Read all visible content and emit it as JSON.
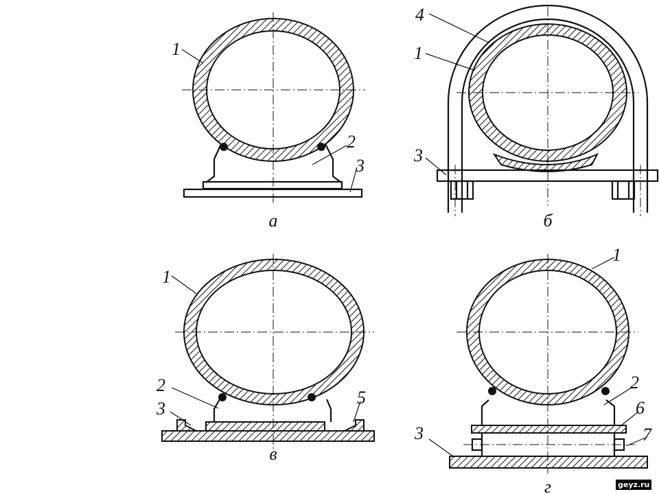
{
  "figures": {
    "a": {
      "caption": "а",
      "labels": [
        "1",
        "2",
        "3"
      ]
    },
    "b": {
      "caption": "б",
      "labels": [
        "4",
        "1",
        "3"
      ]
    },
    "v": {
      "caption": "в",
      "labels": [
        "1",
        "2",
        "3",
        "5"
      ]
    },
    "g": {
      "caption": "г",
      "labels": [
        "1",
        "2",
        "6",
        "7",
        "3"
      ]
    }
  },
  "watermark": "geyz.ru",
  "colors": {
    "ink": "#111111",
    "background": "#ffffff"
  }
}
